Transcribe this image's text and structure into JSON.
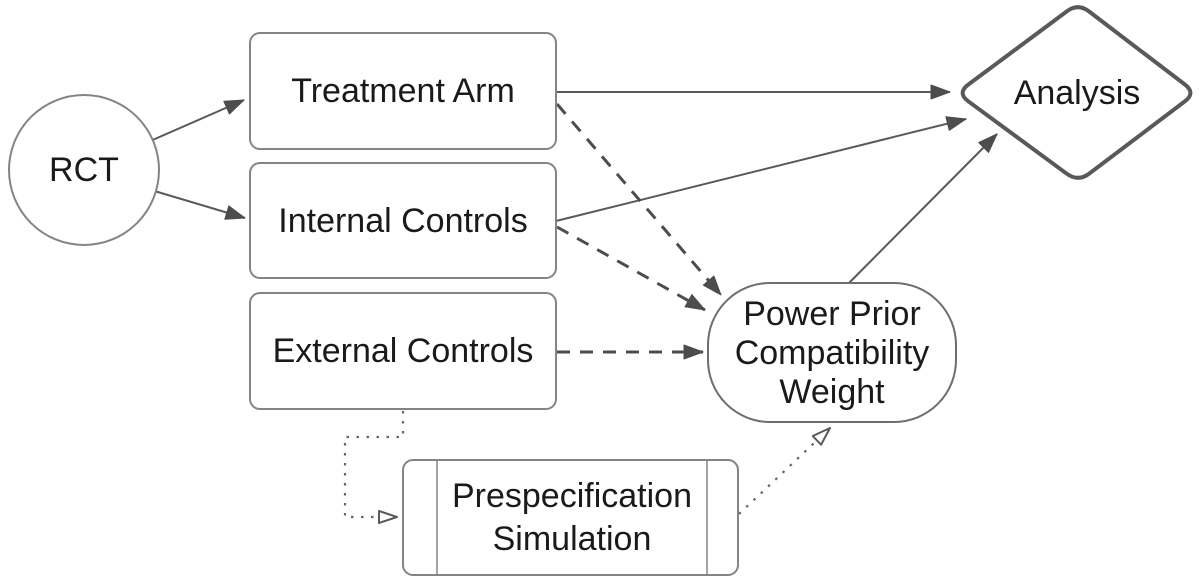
{
  "diagram": {
    "nodes": {
      "rct": {
        "label": "RCT",
        "shape": "circle"
      },
      "treatment_arm": {
        "label": "Treatment Arm",
        "shape": "rounded-rectangle"
      },
      "internal_controls": {
        "label": "Internal Controls",
        "shape": "rounded-rectangle"
      },
      "external_controls": {
        "label": "External Controls",
        "shape": "rounded-rectangle"
      },
      "power_prior_weight": {
        "label_lines": [
          "Power Prior",
          "Compatibility",
          "Weight"
        ],
        "shape": "stadium"
      },
      "prespecification_simulation": {
        "label_lines": [
          "Prespecification",
          "Simulation"
        ],
        "shape": "predefined-process"
      },
      "analysis": {
        "label": "Analysis",
        "shape": "diamond"
      }
    },
    "edges": [
      {
        "from": "rct",
        "to": "treatment_arm",
        "style": "solid",
        "arrow": "filled"
      },
      {
        "from": "rct",
        "to": "internal_controls",
        "style": "solid",
        "arrow": "filled"
      },
      {
        "from": "treatment_arm",
        "to": "analysis",
        "style": "solid",
        "arrow": "filled"
      },
      {
        "from": "internal_controls",
        "to": "analysis",
        "style": "solid",
        "arrow": "filled"
      },
      {
        "from": "power_prior_weight",
        "to": "analysis",
        "style": "solid",
        "arrow": "filled"
      },
      {
        "from": "treatment_arm",
        "to": "power_prior_weight",
        "style": "dashed",
        "arrow": "filled"
      },
      {
        "from": "internal_controls",
        "to": "power_prior_weight",
        "style": "dashed",
        "arrow": "filled"
      },
      {
        "from": "external_controls",
        "to": "power_prior_weight",
        "style": "dashed",
        "arrow": "filled"
      },
      {
        "from": "external_controls",
        "to": "prespecification_simulation",
        "style": "dotted",
        "arrow": "open"
      },
      {
        "from": "prespecification_simulation",
        "to": "power_prior_weight",
        "style": "dotted",
        "arrow": "open"
      }
    ],
    "colors": {
      "node-fill": "#ffffff",
      "node-border": "#848484",
      "stadium-border": "#6e6e6e",
      "diamond-border": "#595959",
      "edge-stroke": "#595959",
      "dashed-stroke": "#4d4d4d",
      "dotted-stroke": "#666666",
      "arrow-fill": "#4d4d4d",
      "text": "#1a1a1a"
    }
  }
}
